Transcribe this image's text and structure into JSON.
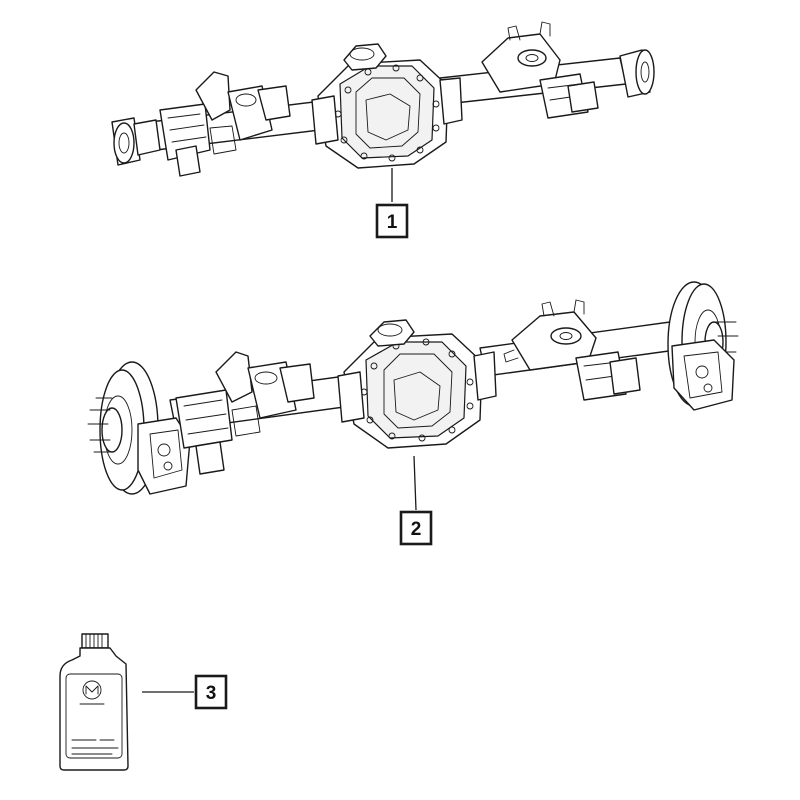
{
  "callouts": [
    {
      "number": "1"
    },
    {
      "number": "2"
    },
    {
      "number": "3"
    }
  ],
  "colors": {
    "line": "#1a1a1a",
    "background": "#ffffff"
  }
}
